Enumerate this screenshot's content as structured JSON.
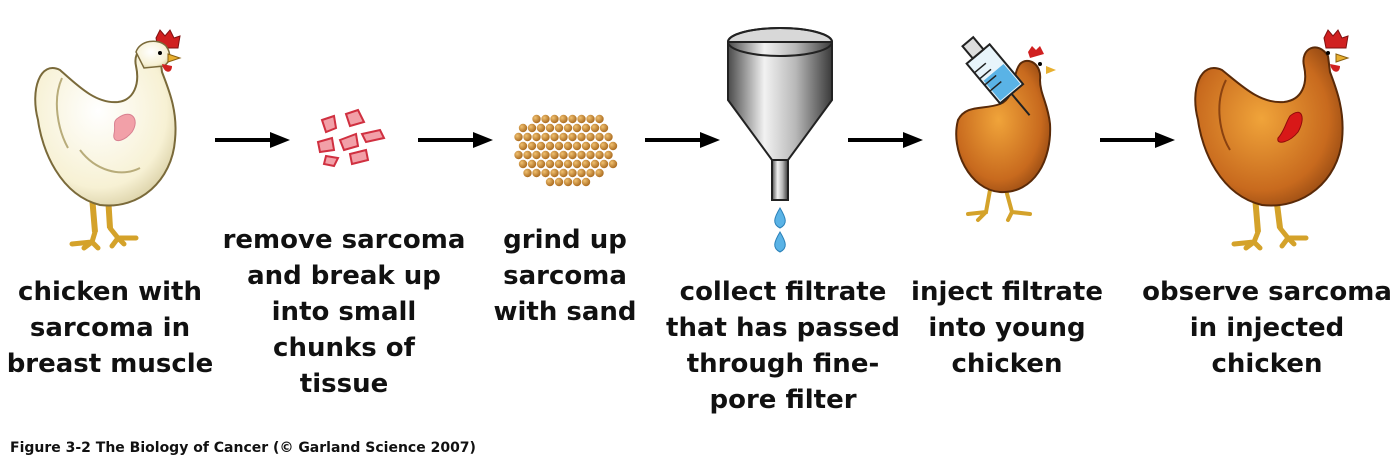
{
  "steps": [
    {
      "icon": "chicken-with-sarcoma-icon",
      "lines": [
        "chicken with",
        "sarcoma in",
        "breast muscle"
      ]
    },
    {
      "icon": "sarcoma-chunks-icon",
      "lines": [
        "remove sarcoma",
        "and break up",
        "into small",
        "chunks of",
        "tissue"
      ]
    },
    {
      "icon": "ground-sarcoma-sand-icon",
      "lines": [
        "grind up",
        "sarcoma",
        "with sand"
      ]
    },
    {
      "icon": "funnel-filter-icon",
      "lines": [
        "collect filtrate",
        "that has passed",
        "through fine-",
        "pore filter"
      ]
    },
    {
      "icon": "syringe-chicken-icon",
      "lines": [
        "inject filtrate",
        "into young",
        "chicken"
      ]
    },
    {
      "icon": "chicken-injected-sarcoma-icon",
      "lines": [
        "observe sarcoma",
        "in injected",
        "chicken"
      ]
    }
  ],
  "caption": "Figure 3-2  The Biology of Cancer (© Garland Science 2007)",
  "colors": {
    "white_chicken": "#f7f1d4",
    "brown_chicken": "#c86a1e",
    "comb": "#d02020",
    "sarcoma_pink": "#f2a0a8",
    "sarcoma_red": "#d81818",
    "sand": "#c98a2c",
    "fluid": "#5ab3e6",
    "arrow": "#000000"
  }
}
